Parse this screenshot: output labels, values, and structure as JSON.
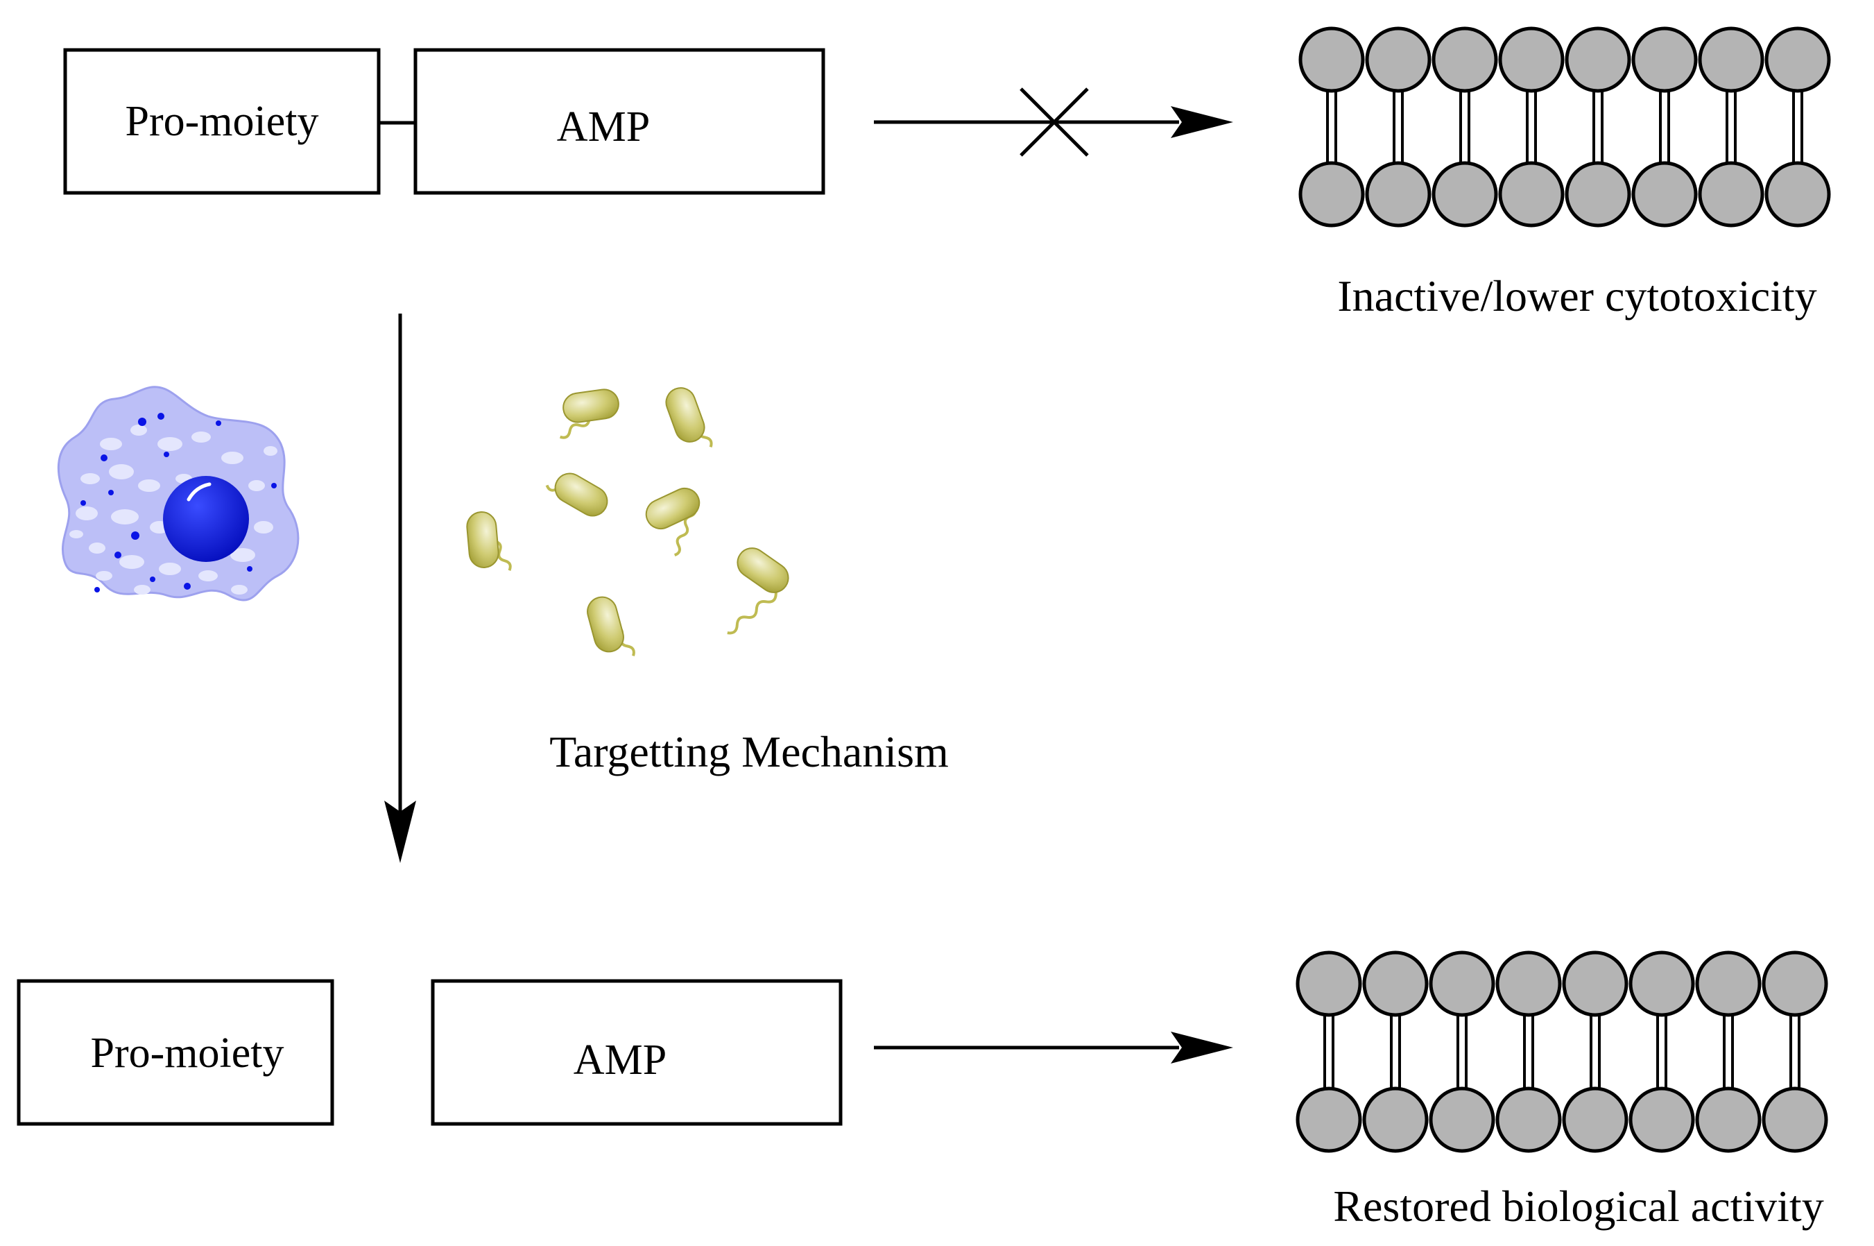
{
  "top": {
    "prodrug": {
      "promoiety_label": "Pro-moiety",
      "amp_label": "AMP",
      "linked": true
    },
    "arrow": {
      "blocked": true
    },
    "membrane": {
      "pairs": 8,
      "caption": "Inactive/lower cytotoxicity"
    }
  },
  "middle": {
    "caption": "Targetting Mechanism",
    "cell_icon": "macrophage-cell",
    "bacteria_icon": "rod-bacteria-with-flagella"
  },
  "bottom": {
    "released": {
      "promoiety_label": "Pro-moiety",
      "amp_label": "AMP",
      "linked": false
    },
    "arrow": {
      "blocked": false
    },
    "membrane": {
      "pairs": 8,
      "caption": "Restored biological activity"
    }
  },
  "colors": {
    "lipid_head": "#b4b4b4",
    "cell_body": "#bcbff7",
    "cell_vesicle": "#e4e6fd",
    "nucleus": "#0a14e6",
    "bacteria": "#bfbb52",
    "line": "#000000"
  }
}
